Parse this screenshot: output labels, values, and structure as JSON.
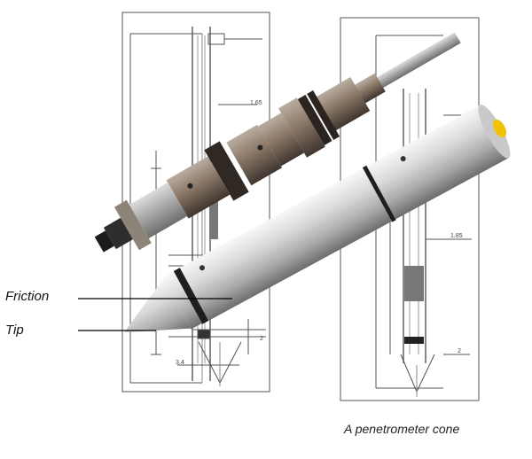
{
  "labels": {
    "friction": "Friction",
    "tip": "Tip"
  },
  "caption": "A penetrometer cone",
  "drawing_annotations": {
    "left_1": "1.65",
    "left_2": "3.4",
    "left_3": "2",
    "right_1": "1.85",
    "right_2": "2"
  },
  "colors": {
    "background": "#ffffff",
    "drawing_line": "#555555",
    "steel_light": "#e6e6e6",
    "steel_dark": "#6d6d6d",
    "ring": "#1e1e1e",
    "cap": "#f2c200",
    "rust_rod": "#8a7766"
  }
}
